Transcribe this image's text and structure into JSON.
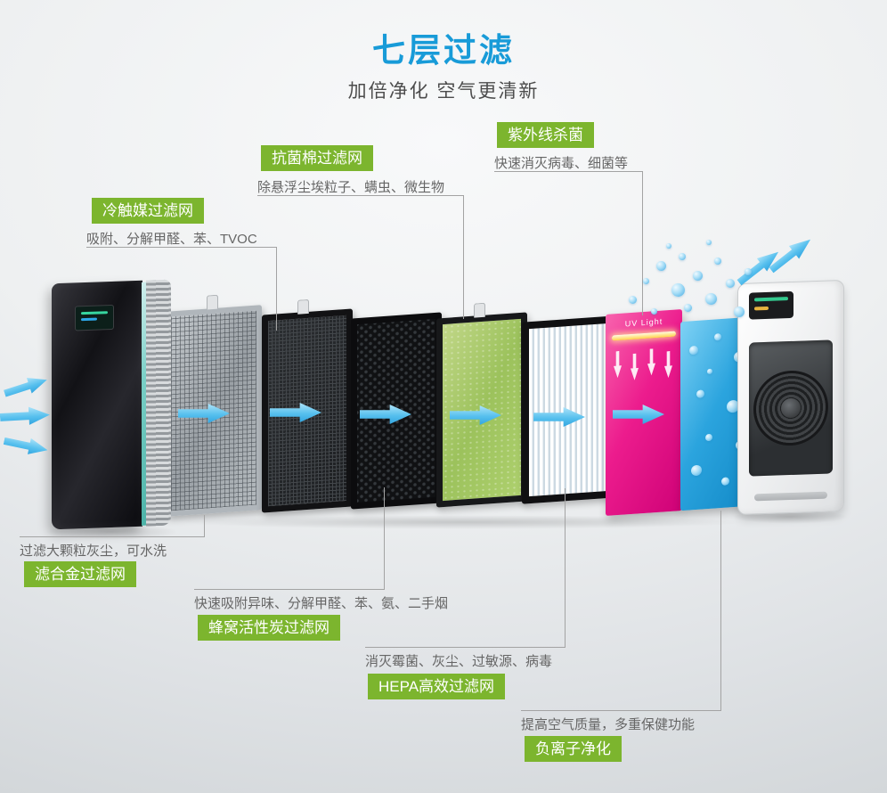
{
  "header": {
    "title": "七层过滤",
    "subtitle": "加倍净化 空气更清新"
  },
  "callouts": {
    "cold_catalyst": {
      "label": "冷触媒过滤网",
      "desc": "吸附、分解甲醛、苯、TVOC"
    },
    "antibacterial": {
      "label": "抗菌棉过滤网",
      "desc": "除悬浮尘埃粒子、螨虫、微生物"
    },
    "uv": {
      "label": "紫外线杀菌",
      "desc": "快速消灭病毒、细菌等"
    },
    "alloy": {
      "label": "滤合金过滤网",
      "desc": "过滤大颗粒灰尘，可水洗"
    },
    "carbon": {
      "label": "蜂窝活性炭过滤网",
      "desc": "快速吸附异味、分解甲醛、苯、氨、二手烟"
    },
    "hepa": {
      "label": "HEPA高效过滤网",
      "desc": "消灭霉菌、灰尘、过敏源、病毒"
    },
    "anion": {
      "label": "负离子净化",
      "desc": "提高空气质量，多重保健功能"
    }
  },
  "uv_panel": {
    "text": "UV Light"
  },
  "colors": {
    "title_blue": "#189bd8",
    "label_green": "#7cb52e",
    "arrow_blue": "#45b3e8",
    "uv_pink": "#ec1c8d",
    "anion_blue": "#2ba4de"
  }
}
